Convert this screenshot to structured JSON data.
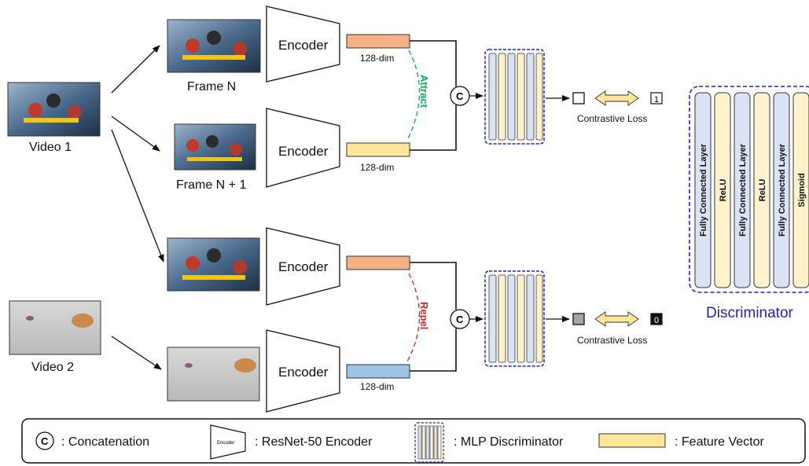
{
  "inputs": {
    "video1": "Video 1",
    "video2": "Video 2",
    "frame_n": "Frame N",
    "frame_n1": "Frame N + 1"
  },
  "encoder_label": "Encoder",
  "dim_label": "128-dim",
  "attract_label": "Attract",
  "repel_label": "Repel",
  "concat_symbol": "C",
  "contrastive_loss": "Contrastive Loss",
  "outputs": {
    "positive": "1",
    "negative": "0"
  },
  "discriminator": {
    "title": "Discriminator",
    "layers": [
      "Fully Connected Layer",
      "ReLU",
      "Fully Connected Layer",
      "ReLU",
      "Fully Connected Layer",
      "Sigmoid"
    ]
  },
  "legend": {
    "concat_desc": ": Concatenation",
    "encoder_icon_text": "Encoder",
    "encoder_desc": ": ResNet-50 Encoder",
    "mlp_desc": ": MLP Discriminator",
    "feature_desc": ": Feature Vector"
  },
  "colors": {
    "orange": "#f4b183",
    "yellow": "#ffe699",
    "blue": "#9dc3e6",
    "attract": "#00b050",
    "repel": "#e02020",
    "discriminator": "#2222cc",
    "layer_blue": "#dae3f3",
    "layer_yellow": "#fff2cc"
  }
}
